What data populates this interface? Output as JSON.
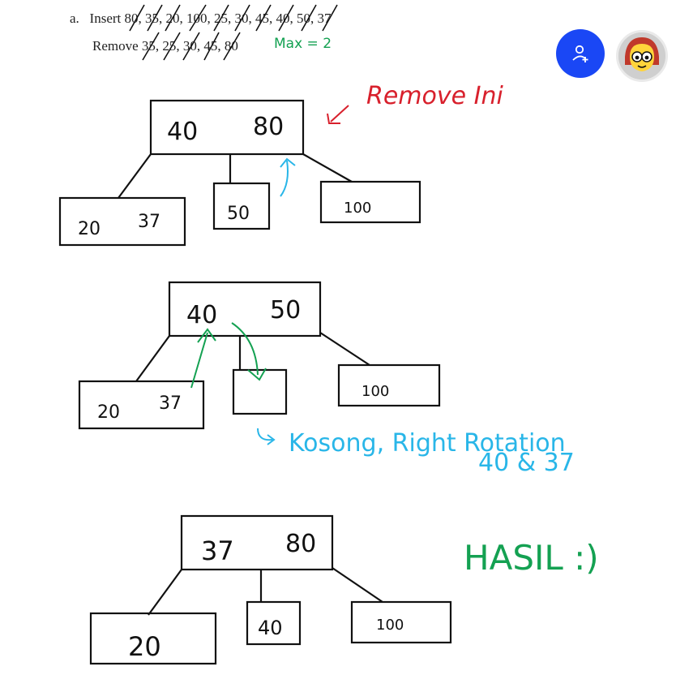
{
  "problem": {
    "label": "a.",
    "insert_label": "Insert",
    "insert_values": "80, 35, 20, 100, 25, 30, 45, 40, 50, 37",
    "remove_label": "Remove",
    "remove_values": "35, 25, 30, 45, 80",
    "max_note": "Max = 2"
  },
  "annotations": {
    "remove_note": "Remove Ini",
    "rotation_note_1": "Kosong, Right Rotation",
    "rotation_note_2": "40 & 37",
    "result_note": "HASIL :)"
  },
  "trees": {
    "tree1": {
      "root": [
        "40",
        "80"
      ],
      "left": [
        "20",
        "37"
      ],
      "middle": [
        "50"
      ],
      "right": [
        "100"
      ]
    },
    "tree2": {
      "root": [
        "40",
        "50"
      ],
      "left": [
        "20",
        "37"
      ],
      "middle": [],
      "right": [
        "100"
      ]
    },
    "tree3": {
      "root": [
        "37",
        "80"
      ],
      "left": [
        "20"
      ],
      "middle": [
        "40"
      ],
      "right": [
        "100"
      ]
    }
  },
  "colors": {
    "ink": "#111111",
    "red": "#d8202c",
    "green": "#14a152",
    "blue": "#29b6e8",
    "fab": "#1a47f5"
  },
  "icons": {
    "fab": "add-person-icon",
    "avatar": "user-avatar"
  }
}
